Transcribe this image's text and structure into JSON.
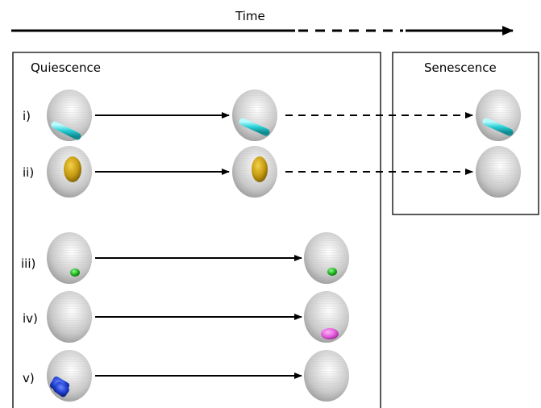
{
  "header": {
    "time_label": "Time"
  },
  "panels": {
    "quiescence": {
      "title": "Quiescence"
    },
    "senescence": {
      "title": "Senescence"
    }
  },
  "rows": [
    {
      "label": "i)",
      "inclusion": "cyan-rod",
      "color": "#2fd2d6",
      "persists_into_senescence": true
    },
    {
      "label": "ii)",
      "inclusion": "golden-ellipsoid",
      "color": "#c49a10",
      "persists_into_senescence": false
    },
    {
      "label": "iii)",
      "inclusion": "green-dot",
      "color": "#22b022"
    },
    {
      "label": "iv)",
      "inclusion": "magenta-blob",
      "color": "#e05ad8",
      "appears_later": true
    },
    {
      "label": "v)",
      "inclusion": "blue-cluster",
      "color": "#1f3fd0",
      "disappears_later": true
    }
  ],
  "colors": {
    "cell": "#c9c9c9",
    "line": "#000000"
  }
}
